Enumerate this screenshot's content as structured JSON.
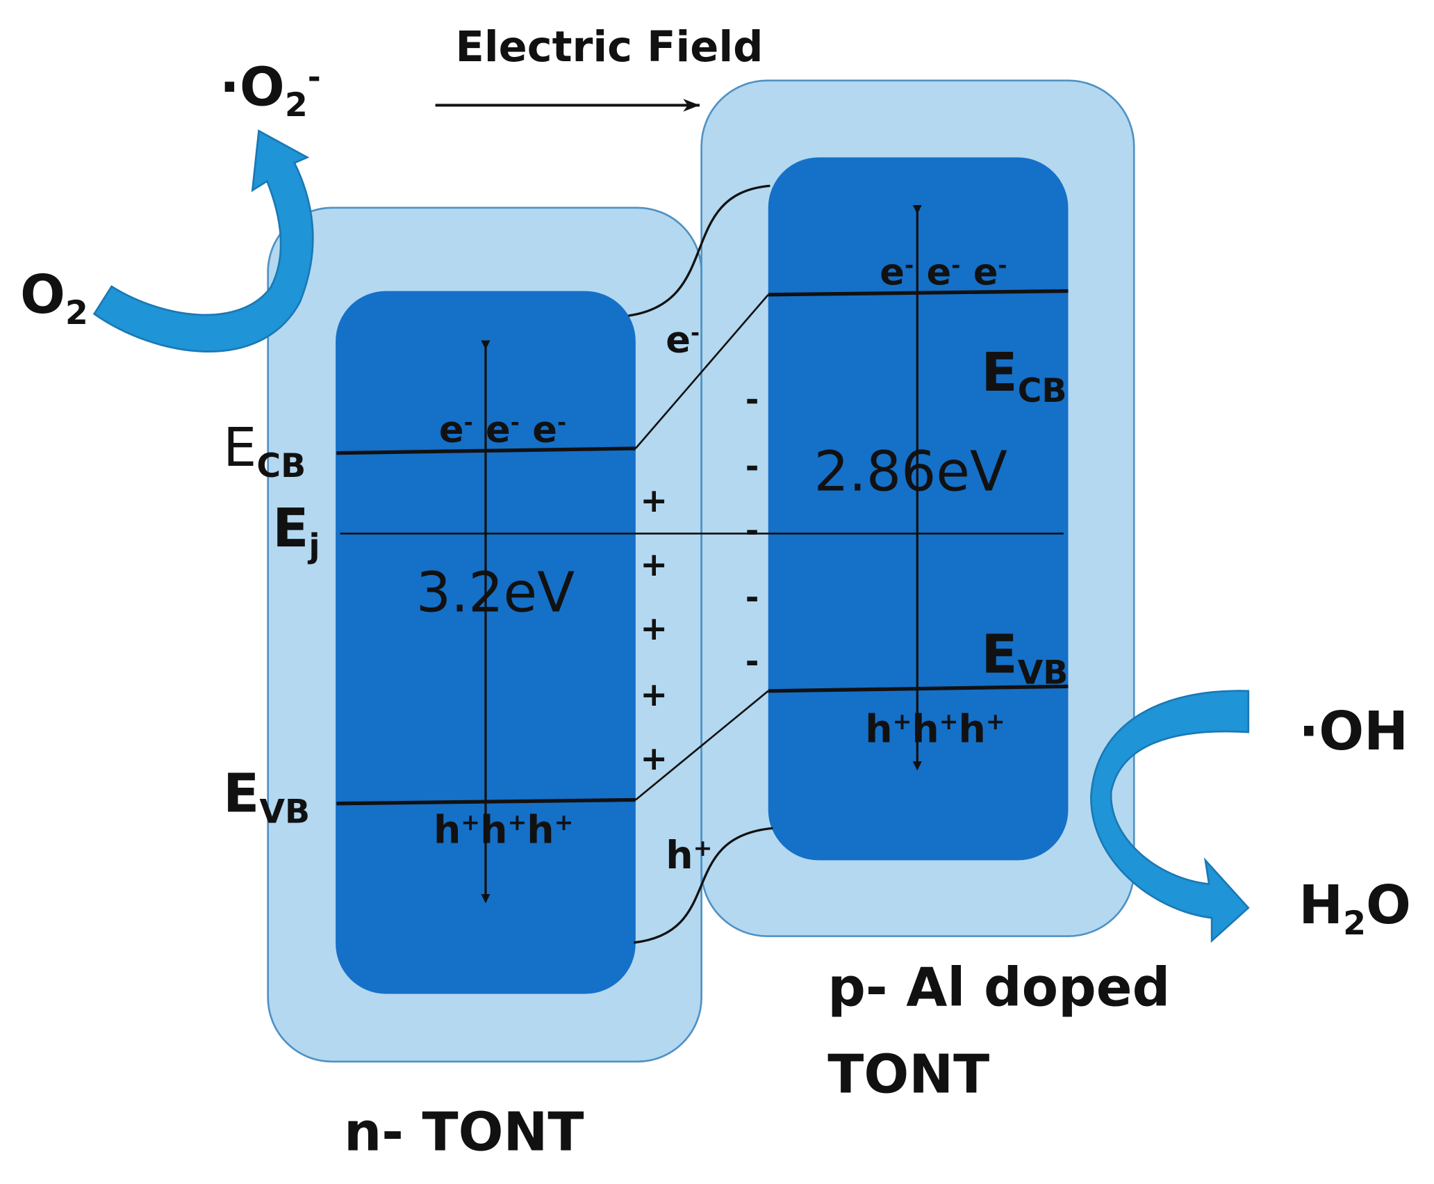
{
  "title": "Electric Field",
  "colors": {
    "outer_box": "#b3d8f0",
    "outer_border": "#4f91c4",
    "inner_box": "#1570c8",
    "arrow_light": "#1f94d6",
    "arrow_dark": "#1d74b4",
    "line": "#111111"
  },
  "left": {
    "name": "n- TONT",
    "ecb_main": "E",
    "ecb_sub": "CB",
    "evb_main": "E",
    "evb_sub": "VB",
    "ej_main": "E",
    "ej_sub": "j",
    "bandgap": "3.2eV",
    "electron_base": "e",
    "electron_sup": "-",
    "hole_base": "h",
    "hole_sup": "+"
  },
  "right": {
    "name_line1": "p- Al doped",
    "name_line2": "TONT",
    "ecb_main": "E",
    "ecb_sub": "CB",
    "evb_main": "E",
    "evb_sub": "VB",
    "bandgap": "2.86eV",
    "electron_base": "e",
    "electron_sup": "-",
    "hole_base": "h",
    "hole_sup": "+"
  },
  "junction": {
    "electron_base": "e",
    "electron_sup": "-",
    "hole_base": "h",
    "hole_sup": "+",
    "plus": "+",
    "minus": "-"
  },
  "reaction_left": {
    "reactant_main": "O",
    "reactant_sub": "2",
    "product_prefix": "·O",
    "product_sub": "2",
    "product_sup": "-"
  },
  "reaction_right": {
    "reactant": "·OH",
    "product_main_1": "H",
    "product_sub": "2",
    "product_main_2": "O"
  }
}
